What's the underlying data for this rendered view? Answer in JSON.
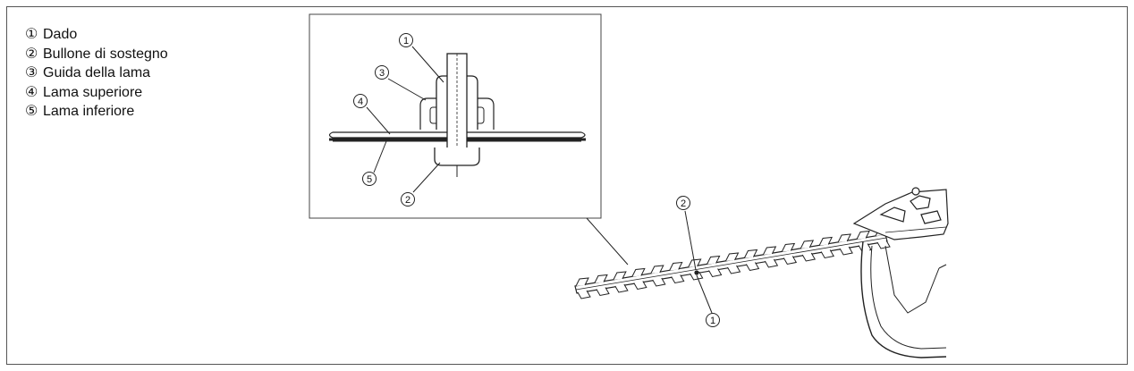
{
  "legend": [
    {
      "num": "①",
      "label": "Dado"
    },
    {
      "num": "②",
      "label": "Bullone di sostegno"
    },
    {
      "num": "③",
      "label": "Guida della lama"
    },
    {
      "num": "④",
      "label": "Lama superiore"
    },
    {
      "num": "⑤",
      "label": "Lama inferiore"
    }
  ],
  "inset_callouts": {
    "c1": "1",
    "c2": "2",
    "c3": "3",
    "c4": "4",
    "c5": "5"
  },
  "main_callouts": {
    "c1": "1",
    "c2": "2"
  }
}
